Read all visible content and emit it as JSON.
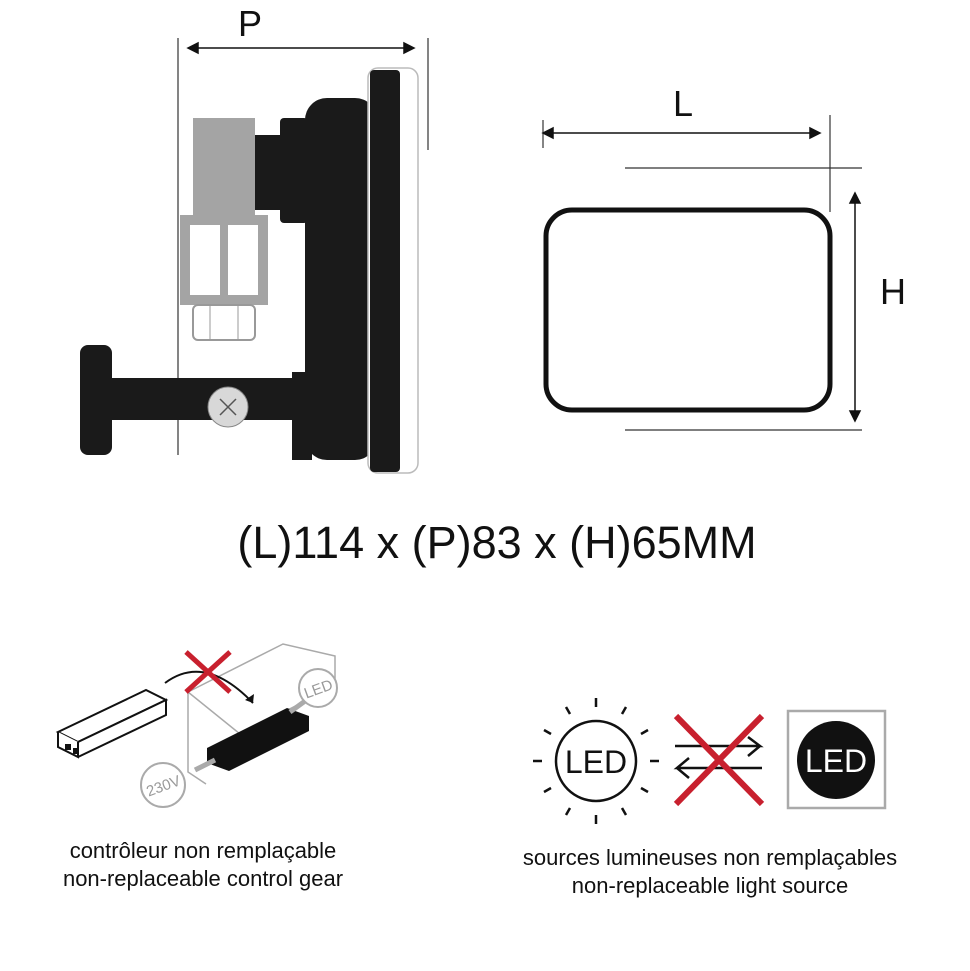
{
  "dimension_labels": {
    "depth": "P",
    "length": "L",
    "height": "H"
  },
  "dimensions_text": "(L)114 x (P)83 x (H)65MM",
  "control_gear": {
    "label_fr": "contrôleur non remplaçable",
    "label_en": "non-replaceable control gear",
    "led_tag": "LED",
    "voltage_tag": "230V"
  },
  "light_source": {
    "label_fr": "sources lumineuses non remplaçables",
    "label_en": "non-replaceable light source",
    "led_tag_left": "LED",
    "led_tag_right": "LED"
  },
  "colors": {
    "cross": "#c8202e",
    "gray": "#a0a0a0",
    "black": "#111111"
  }
}
